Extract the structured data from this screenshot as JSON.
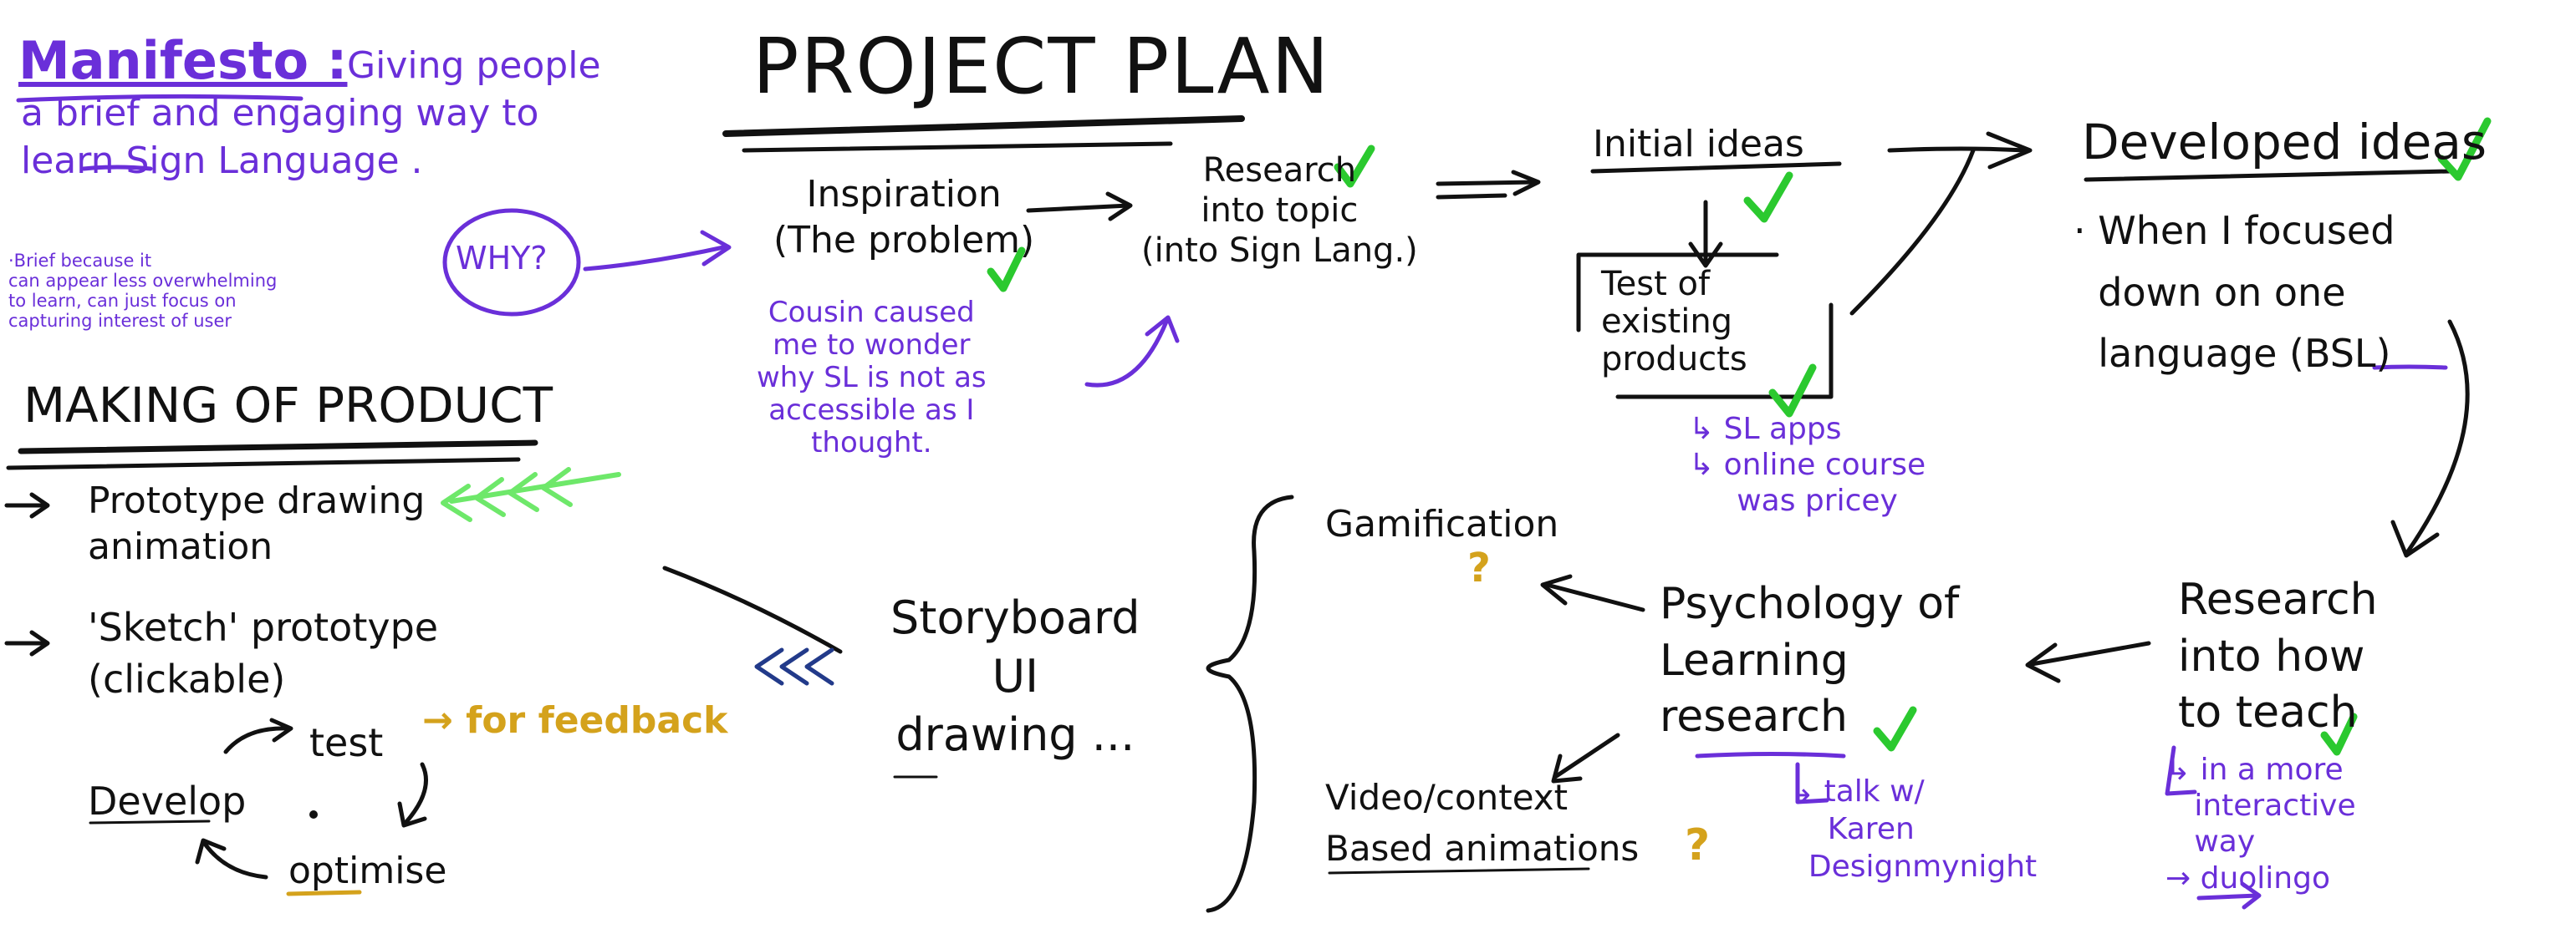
{
  "manifesto": {
    "title": "Manifesto :",
    "text": "Giving people\na brief and engaging way to\nlearn Sign Language .",
    "note": "·Brief because it\ncan appear less overwhelming\nto learn, can just focus on\ncapturing interest of user",
    "why": "WHY?"
  },
  "project_plan": {
    "title": "PROJECT PLAN",
    "inspiration": "Inspiration\n(The problem)",
    "cousin_note": "Cousin caused\nme to wonder\nwhy SL is not as\naccessible as I\nthought.",
    "research_topic": "Research\ninto topic\n(into Sign Lang.)",
    "initial_ideas": "Initial ideas",
    "test_existing": "Test of\nexisting\nproducts",
    "test_notes": "↳ SL apps\n↳ online course\n     was pricey",
    "developed_ideas": "Developed ideas",
    "developed_note": "· When I focused\n  down on one\n  language (BSL)",
    "research_teach": "Research\ninto how\nto teach",
    "teach_note": "↳ in a more\n   interactive\n   way\n→ duolingo",
    "psychology": "Psychology of\nLearning\nresearch",
    "psych_note": "↳ talk w/\n    Karen\n  Designmynight",
    "gamification": "Gamification",
    "gamification_q": "?",
    "video": "Video/context\nBased animations",
    "video_q": "?",
    "storyboard": "Storyboard\nUI\ndrawing ..."
  },
  "making_of_product": {
    "title": "MAKING OF PRODUCT",
    "item1": "Prototype drawing\nanimation",
    "item2": "'Sketch' prototype\n(clickable)",
    "cycle_develop": "Develop",
    "cycle_test": "test",
    "cycle_optimise": "optimise",
    "for_feedback": "→ for feedback"
  },
  "colors": {
    "ink": "#111111",
    "purple": "#6a2fd9",
    "gold": "#d4a21c",
    "tick_green": "#2bc92f"
  }
}
